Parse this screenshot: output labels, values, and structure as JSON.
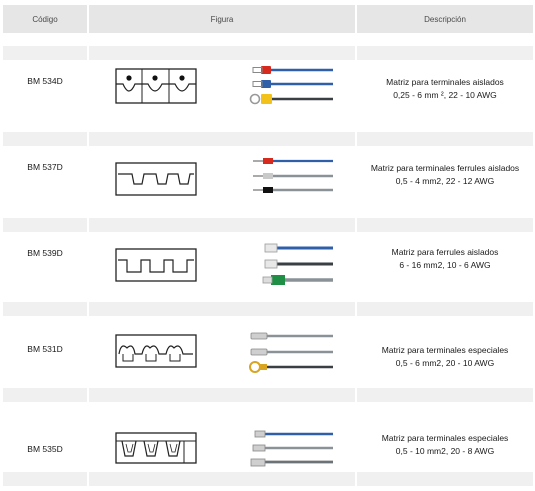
{
  "header": {
    "code": "Código",
    "figure": "Figura",
    "description": "Descripción"
  },
  "rows": [
    {
      "code": "BM 534D",
      "desc1": "Matriz para terminales aislados",
      "desc2": "0,25 - 6 mm ², 22 - 10 AWG"
    },
    {
      "code": "BM 537D",
      "desc1": "Matriz para terminales ferrules aislados",
      "desc2": "0,5 - 4 mm2, 22 - 12 AWG"
    },
    {
      "code": "BM 539D",
      "desc1": "Matriz para ferrules aislados",
      "desc2": "6 - 16 mm2, 10 - 6 AWG"
    },
    {
      "code": "BM 531D",
      "desc1": "Matriz para terminales especiales",
      "desc2": "0,5 - 6 mm2, 20 - 10 AWG"
    },
    {
      "code": "BM 535D",
      "desc1": "Matriz para terminales especiales",
      "desc2": "0,5 - 10 mm2, 20 - 8 AWG"
    }
  ],
  "colors": {
    "header_bg": "#e6e6e6",
    "band_bg": "#f0f0f0",
    "wire_blue": "#2f5fa8",
    "wire_gray": "#8a9298",
    "wire_dark": "#3a3f44",
    "terminal_red": "#d62a1e",
    "terminal_yellow": "#f2c21b",
    "terminal_green": "#1f8f45"
  }
}
